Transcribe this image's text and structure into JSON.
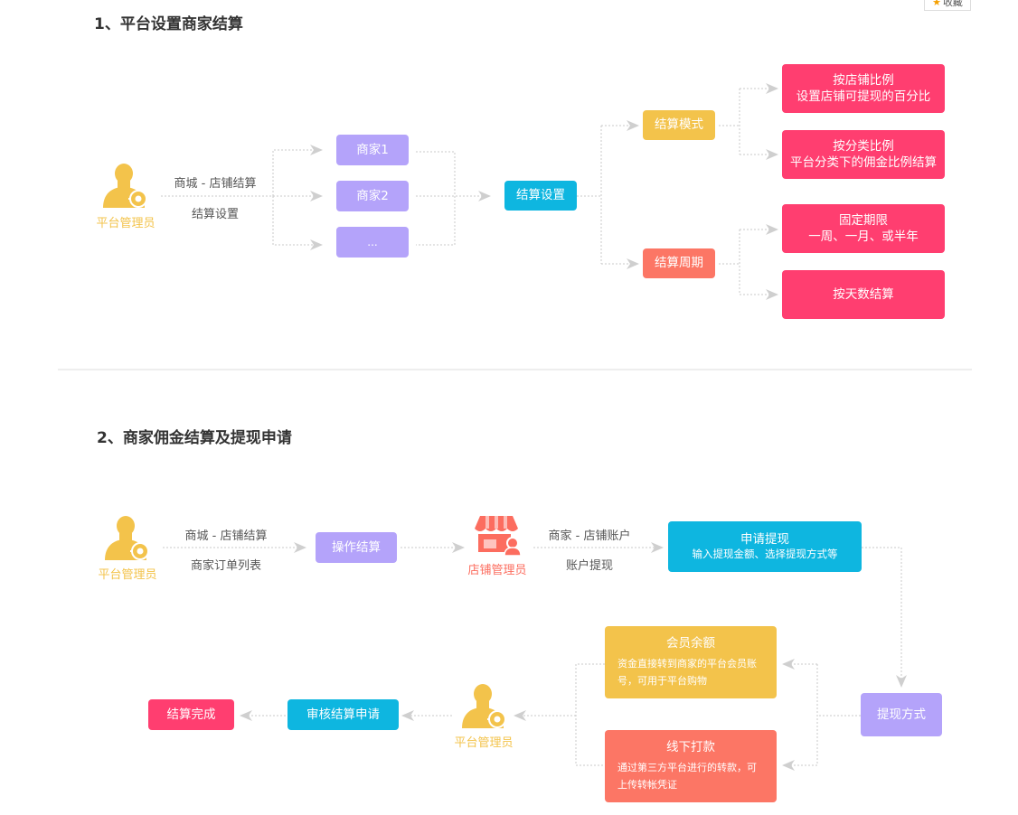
{
  "toolbar": {
    "favorite_label": "收藏"
  },
  "section1": {
    "title": "1、平台设置商家结算",
    "role": "平台管理员",
    "edge_label_1": "商城 - 店铺结算",
    "edge_label_2": "结算设置",
    "merchants": [
      "商家1",
      "商家2",
      "..."
    ],
    "settlement_settings": "结算设置",
    "mode": "结算模式",
    "cycle": "结算周期",
    "mode_options": [
      {
        "title": "按店铺比例",
        "desc": "设置店铺可提现的百分比"
      },
      {
        "title": "按分类比例",
        "desc": "平台分类下的佣金比例结算"
      }
    ],
    "cycle_options": [
      {
        "title": "固定期限",
        "desc": "一周、一月、或半年"
      },
      {
        "title": "按天数结算",
        "desc": ""
      }
    ]
  },
  "section2": {
    "title": "2、商家佣金结算及提现申请",
    "admin_role": "平台管理员",
    "edge_label_1a": "商城 - 店铺结算",
    "edge_label_1b": "商家订单列表",
    "operate": "操作结算",
    "store_role": "店铺管理员",
    "edge_label_2a": "商家 - 店铺账户",
    "edge_label_2b": "账户提现",
    "apply_title": "申请提现",
    "apply_desc": "输入提现金额、选择提现方式等",
    "method": "提现方式",
    "member_title": "会员余额",
    "member_desc": "资金直接转到商家的平台会员账号，可用于平台购物",
    "offline_title": "线下打款",
    "offline_desc": "通过第三方平台进行的转款，可上传转帐凭证",
    "admin_role_2": "平台管理员",
    "review": "审核结算申请",
    "done": "结算完成"
  },
  "colors": {
    "purple": "#b4a3fa",
    "cyan": "#0eb6e0",
    "yellow": "#f3c34b",
    "coral": "#fc7665",
    "pink": "#ff3e70",
    "role_yellow": "#f3c34b",
    "store_red": "#fc6d5f"
  }
}
